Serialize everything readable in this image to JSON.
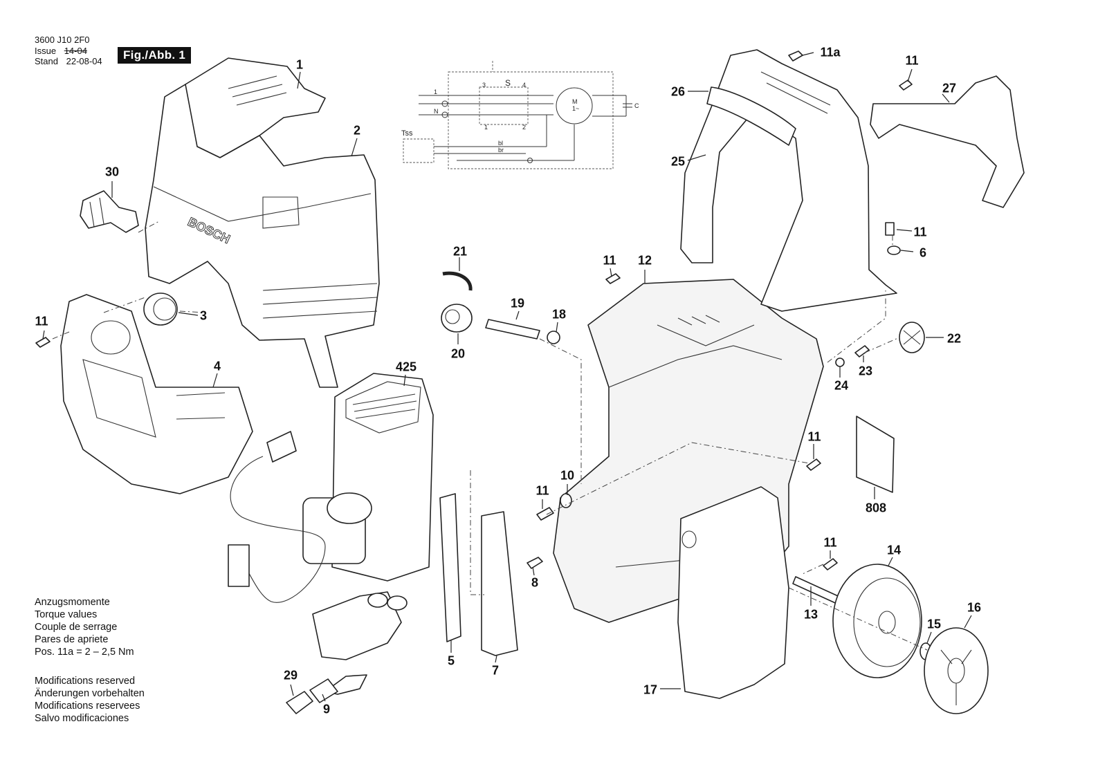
{
  "header": {
    "doc_number": "3600 J10 2F0",
    "issue_label": "Issue",
    "issue_value": "14-04",
    "stand_label": "Stand",
    "stand_value": "22-08-04",
    "figure_badge": "Fig./Abb. 1"
  },
  "schematic": {
    "switch_label": "S",
    "thermal_label": "Tss",
    "terminal_labels": [
      "1",
      "N",
      "3",
      "4",
      "1",
      "2",
      "C",
      "M",
      "1~",
      "bl",
      "br"
    ]
  },
  "callouts": [
    {
      "id": "1",
      "label": "1"
    },
    {
      "id": "2",
      "label": "2"
    },
    {
      "id": "3",
      "label": "3"
    },
    {
      "id": "4",
      "label": "4"
    },
    {
      "id": "5",
      "label": "5"
    },
    {
      "id": "6",
      "label": "6"
    },
    {
      "id": "7",
      "label": "7"
    },
    {
      "id": "8",
      "label": "8"
    },
    {
      "id": "9",
      "label": "9"
    },
    {
      "id": "10",
      "label": "10"
    },
    {
      "id": "11-left",
      "label": "11"
    },
    {
      "id": "11-top",
      "label": "11"
    },
    {
      "id": "11-right-top",
      "label": "11"
    },
    {
      "id": "11-right-mid",
      "label": "11"
    },
    {
      "id": "11-right-low",
      "label": "11"
    },
    {
      "id": "11-center",
      "label": "11"
    },
    {
      "id": "11-center-low",
      "label": "11"
    },
    {
      "id": "11a",
      "label": "11a"
    },
    {
      "id": "12",
      "label": "12"
    },
    {
      "id": "13",
      "label": "13"
    },
    {
      "id": "14",
      "label": "14"
    },
    {
      "id": "15",
      "label": "15"
    },
    {
      "id": "16",
      "label": "16"
    },
    {
      "id": "17",
      "label": "17"
    },
    {
      "id": "18",
      "label": "18"
    },
    {
      "id": "19",
      "label": "19"
    },
    {
      "id": "20",
      "label": "20"
    },
    {
      "id": "21",
      "label": "21"
    },
    {
      "id": "22",
      "label": "22"
    },
    {
      "id": "23",
      "label": "23"
    },
    {
      "id": "24",
      "label": "24"
    },
    {
      "id": "25",
      "label": "25"
    },
    {
      "id": "26",
      "label": "26"
    },
    {
      "id": "27",
      "label": "27"
    },
    {
      "id": "29",
      "label": "29"
    },
    {
      "id": "30",
      "label": "30"
    },
    {
      "id": "425",
      "label": "425"
    },
    {
      "id": "808",
      "label": "808"
    }
  ],
  "brand_mark": "BOSCH",
  "notes": {
    "torque": [
      "Anzugsmomente",
      "Torque values",
      "Couple de serrage",
      "Pares de apriete",
      "Pos. 11a = 2 – 2,5 Nm"
    ],
    "modifications": [
      "Modifications reserved",
      "Änderungen vorbehalten",
      "Modifications reservees",
      "Salvo modificaciones"
    ]
  }
}
